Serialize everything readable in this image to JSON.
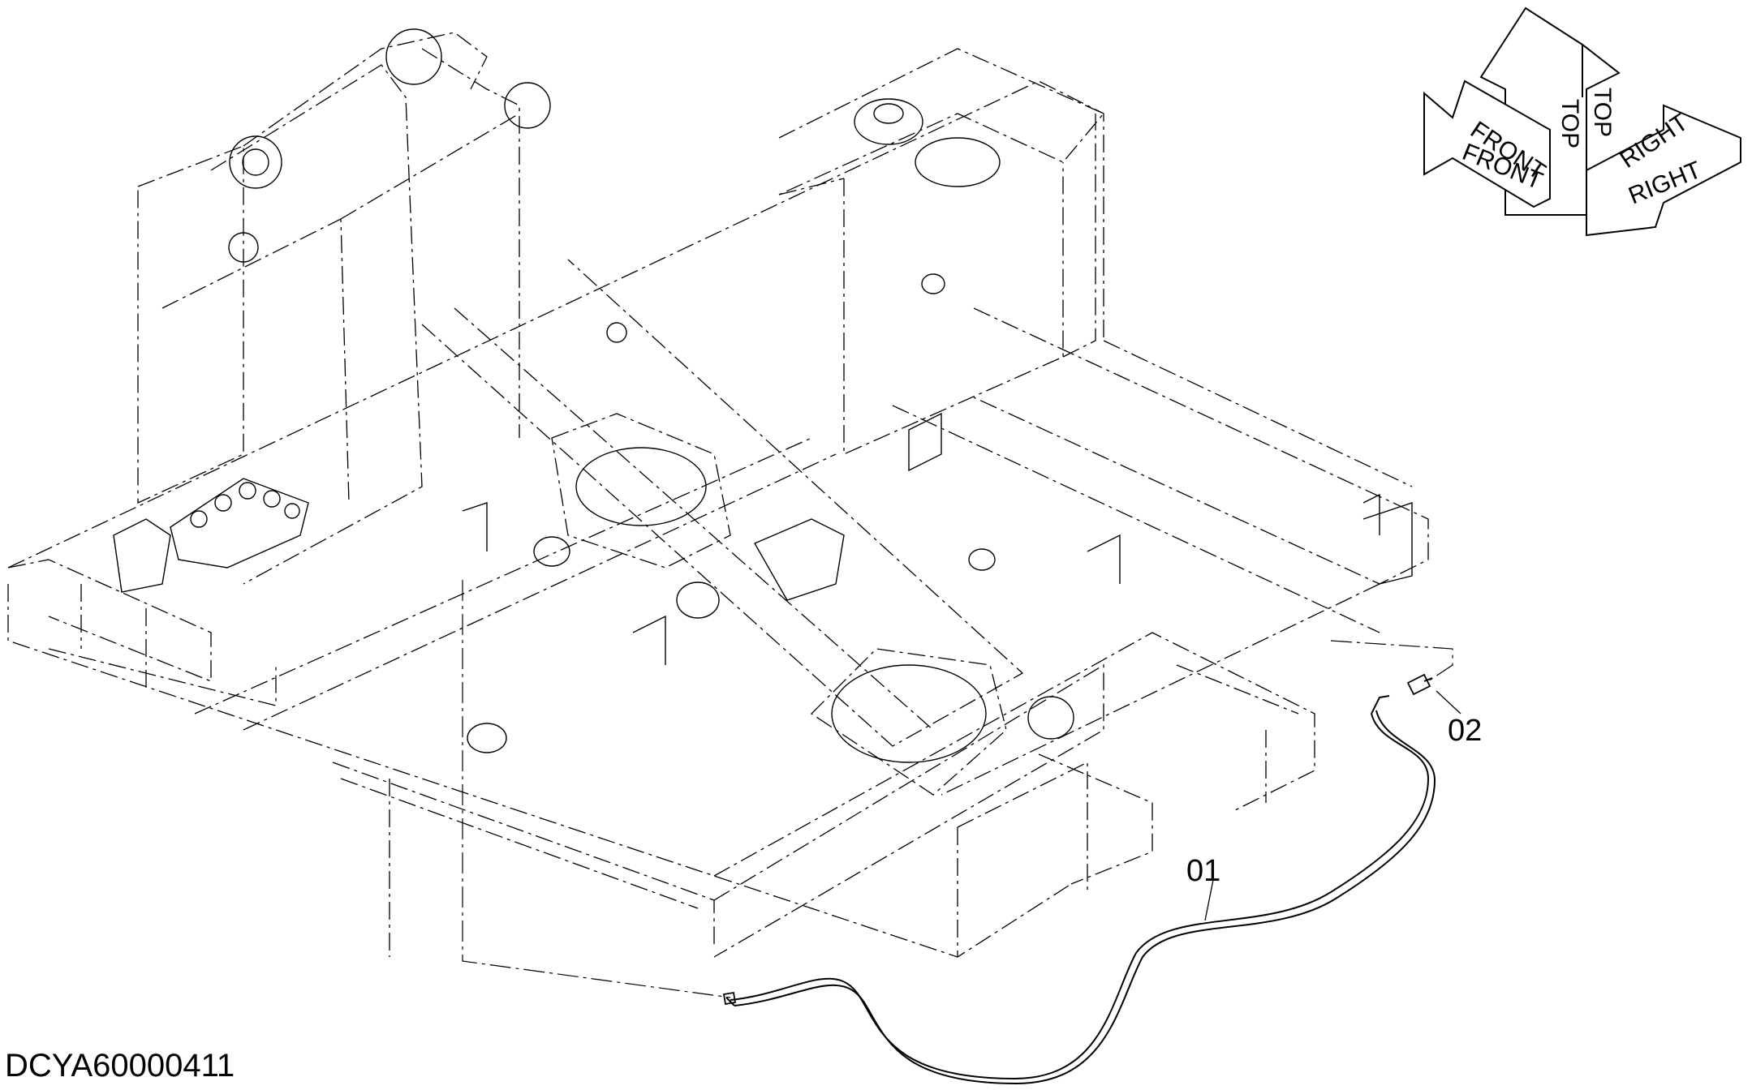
{
  "drawing": {
    "code": "DCYA60000411"
  },
  "callouts": {
    "part_01": "01",
    "part_02": "02"
  },
  "orientation": {
    "front_upper": "FRONT",
    "front_lower": "FRONT",
    "top_left": "TOP",
    "top_right": "TOP",
    "right_upper": "RIGHT",
    "right_lower": "RIGHT"
  },
  "colors": {
    "line": "#000000",
    "background": "#ffffff"
  }
}
